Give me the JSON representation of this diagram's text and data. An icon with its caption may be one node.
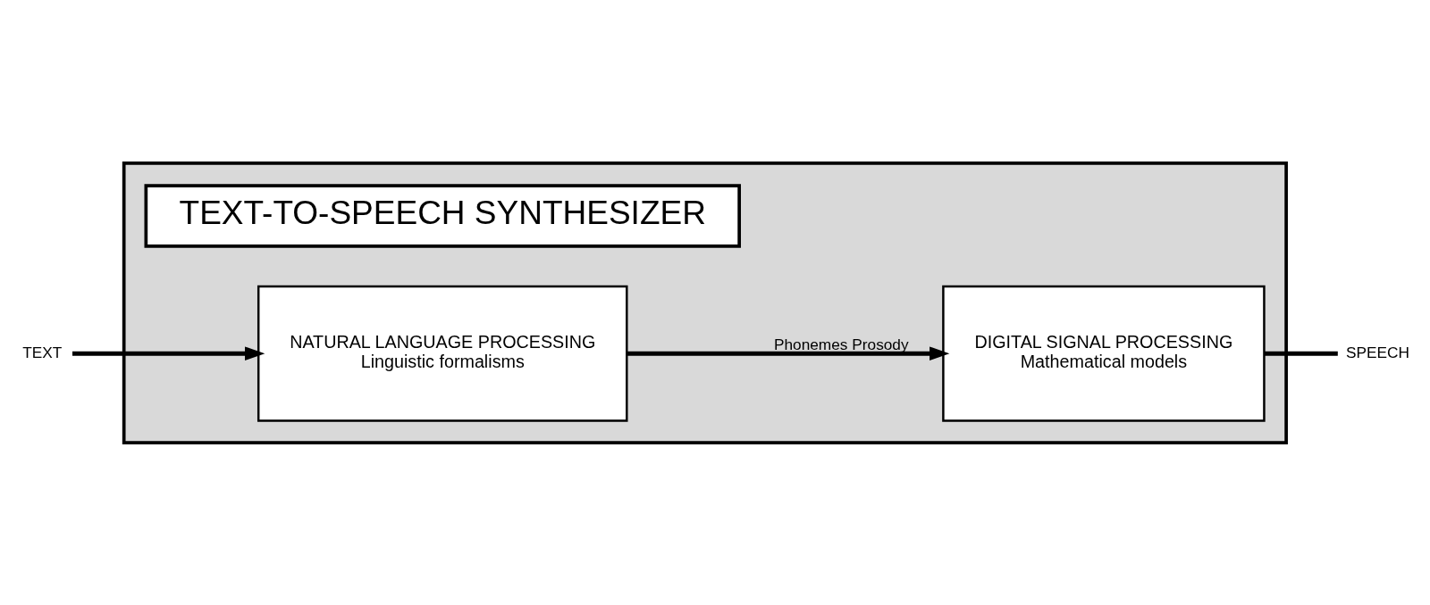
{
  "diagram": {
    "nodes": [
      {
        "text": [],
        "shape": "box"
      },
      {
        "text": [
          "TEXT-TO-SPEECH SYNTHESIZER"
        ],
        "in": 0
      },
      {
        "text": [
          "TEXT"
        ]
      },
      {
        "text": [
          "NATURAL LANGUAGE PROCESSING",
          "Linguistic formalisms"
        ],
        "in": 0
      },
      {
        "text": [
          "DIGITAL SIGNAL PROCESSING",
          "Mathematical models"
        ],
        "in": 0
      },
      {
        "text": [
          "SPEECH"
        ]
      }
    ],
    "edges": [
      {
        "from": 2,
        "to": 3,
        "arrow": "to"
      },
      {
        "from": 3,
        "to": 4,
        "arrow": "to",
        "label": "Phonemes Prosody"
      },
      {
        "from": 4,
        "to": 5,
        "arrow": "none"
      }
    ]
  }
}
